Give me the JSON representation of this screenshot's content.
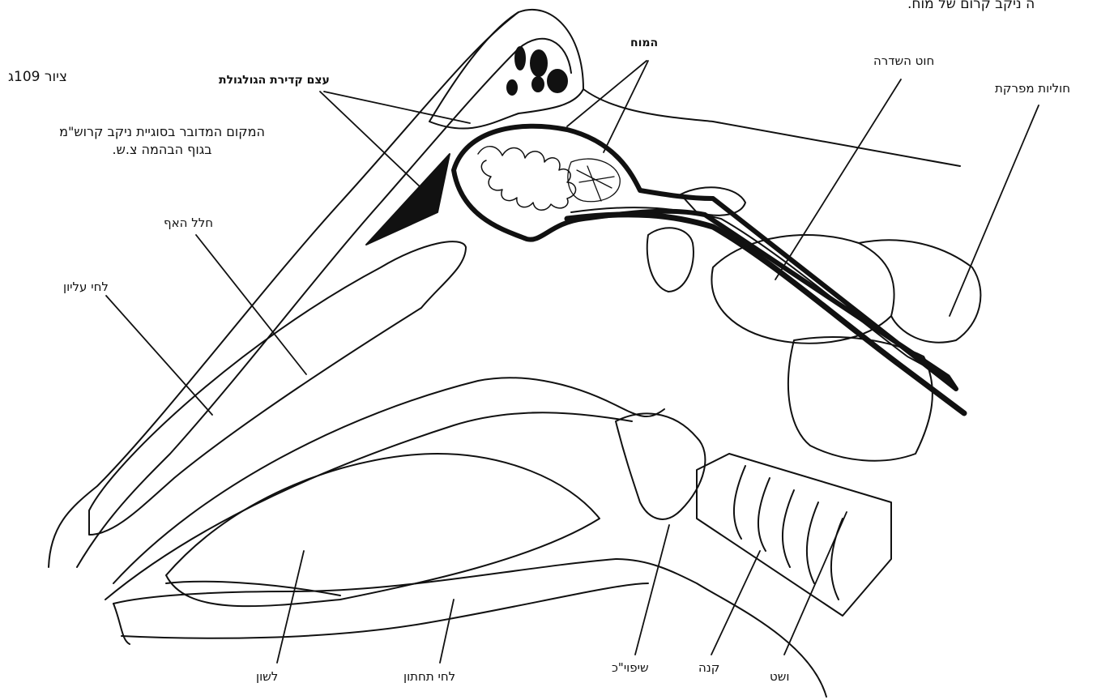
{
  "top_fragment": "ה ניקב קרום של מוח.",
  "figure_number": "ציור 109ג",
  "description": {
    "line1": "המקום המדובר בסוגיית ניקב קרוש\"מ",
    "line2": "בגוף הבהמה צ.ש."
  },
  "labels": {
    "skull_bone": "עצם קדירת הגולגולת",
    "brain": "המוח",
    "spinal_cord": "חוט השדרה",
    "vertebrae": "חוליות מפרקת",
    "nasal_cavity": "חלל האף",
    "upper_jaw": "לחי עליון",
    "tongue": "לשון",
    "lower_jaw": "לחי תחתון",
    "epiglottis": "שיפוי\"כ",
    "trachea": "קנה",
    "esophagus": "ושט"
  },
  "colors": {
    "ink": "#111111",
    "paper": "#ffffff"
  }
}
